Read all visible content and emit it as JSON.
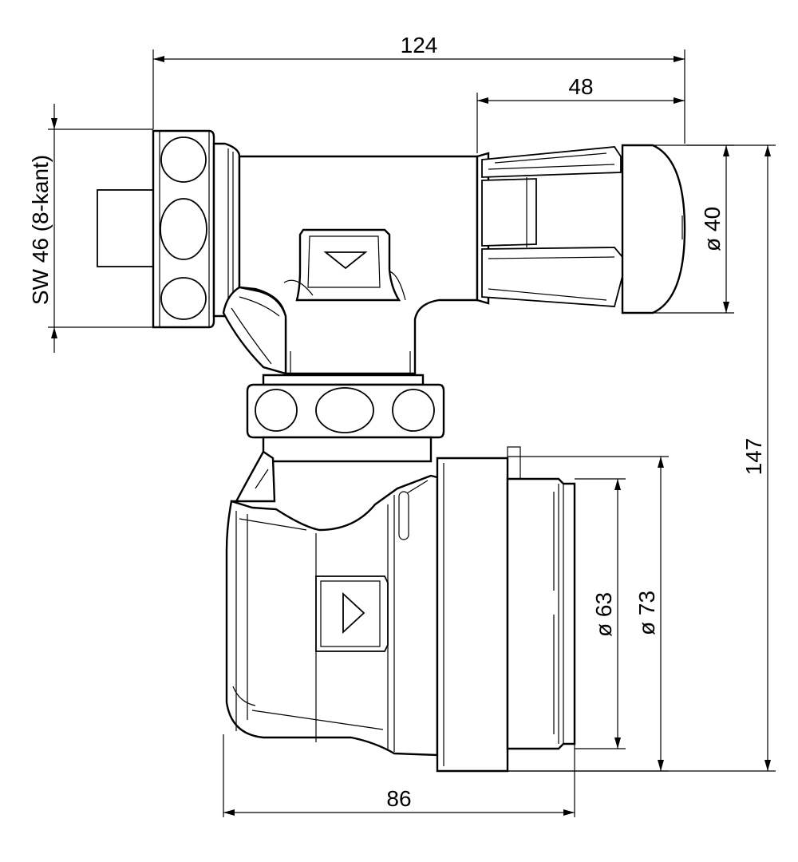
{
  "dimensions": {
    "overall_width": "124",
    "outlet_length": "48",
    "wrench_size": "SW 46 (8-kant)",
    "outlet_diameter": "ø 40",
    "overall_height": "147",
    "inlet_inner_diameter": "ø 63",
    "inlet_outer_diameter": "ø 73",
    "inlet_width": "86"
  },
  "symbols": {
    "diameter": "⌀"
  },
  "colors": {
    "line": "#000000",
    "background": "#ffffff"
  }
}
